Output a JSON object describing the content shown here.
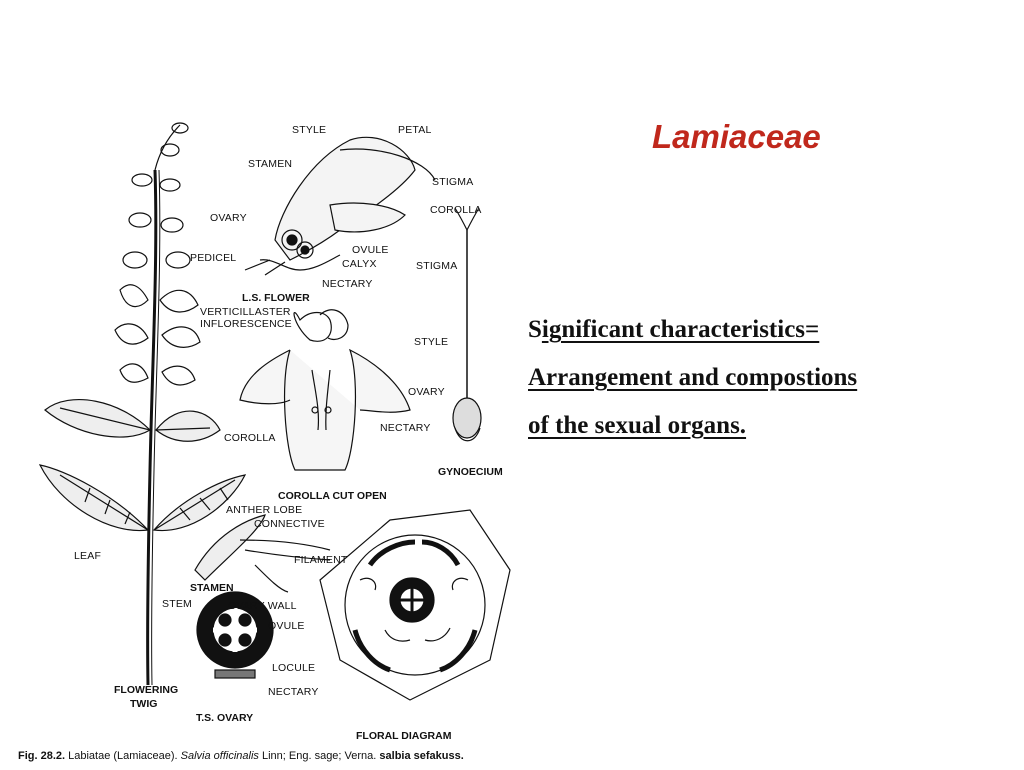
{
  "title": "Lamiaceae",
  "body": {
    "line1_first": "S",
    "line1_rest": "ignificant characteristics=",
    "line2": "Arrangement and compostions",
    "line3": "of the sexual organs."
  },
  "figure": {
    "labels": {
      "style": "STYLE",
      "petal": "PETAL",
      "stamen": "STAMEN",
      "stigma": "STIGMA",
      "corolla": "COROLLA",
      "ovary": "OVARY",
      "ovule": "OVULE",
      "pedicel": "PEDICEL",
      "calyx": "CALYX",
      "nectary": "NECTARY",
      "ls_flower": "L.S. FLOWER",
      "verticillaster": "VERTICILLASTER",
      "inflorescence": "INFLORESCENCE",
      "stigma2": "STIGMA",
      "style2": "STYLE",
      "ovary2": "OVARY",
      "nectary2": "NECTARY",
      "corolla2": "COROLLA",
      "gynoecium": "GYNOECIUM",
      "corolla_cut_open": "COROLLA CUT OPEN",
      "anther_lobe": "ANTHER LOBE",
      "connective": "CONNECTIVE",
      "filament": "FILAMENT",
      "stamen2": "STAMEN",
      "leaf": "LEAF",
      "stem": "STEM",
      "ovary_wall": "OVARY WALL",
      "ovule2": "OVULE",
      "locule": "LOCULE",
      "nectary3": "NECTARY",
      "ts_ovary": "T.S. OVARY",
      "flowering": "FLOWERING",
      "twig": "TWIG",
      "floral_diagram": "FLORAL DIAGRAM"
    },
    "caption": {
      "fig": "Fig. 28.2.",
      "text1": " Labiatae (Lamiaceae). ",
      "species": "Salvia officinalis",
      "text2": " Linn; Eng. sage; Verna. ",
      "verna": "salbia sefakuss."
    }
  }
}
